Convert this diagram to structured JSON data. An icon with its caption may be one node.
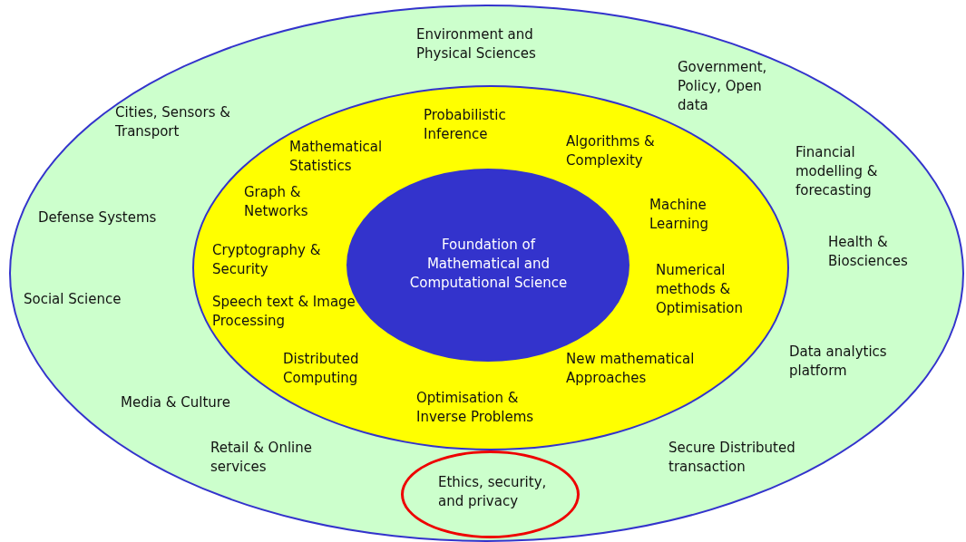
{
  "diagram": {
    "nodes": [
      {
        "text": [
          "Environment and Physical Sciences",
          "Government, Policy, Open data",
          "Cities, Sensors & Transport",
          "Financial modelling & forecasting",
          "Defense Systems",
          "Health & Biosciences",
          "Social Science",
          "Data analytics platform",
          "Media & Culture",
          "Retail & Online services",
          "Secure Distributed transaction"
        ]
      },
      {
        "text": [
          "Probabilistic Inference",
          "Mathematical Statistics",
          "Algorithms & Complexity",
          "Graph & Networks",
          "Machine Learning",
          "Cryptography & Security",
          "Numerical methods & Optimisation",
          "Speech text & Image Processing",
          "Distributed Computing",
          "New mathematical Approaches",
          "Optimisation & Inverse Problems"
        ],
        "in": 0
      },
      {
        "text": [
          "Foundation of Mathematical and Computational Science"
        ],
        "in": 1
      },
      {
        "text": [
          "Ethics, security, and privacy"
        ],
        "in": 0
      }
    ],
    "edges": []
  }
}
